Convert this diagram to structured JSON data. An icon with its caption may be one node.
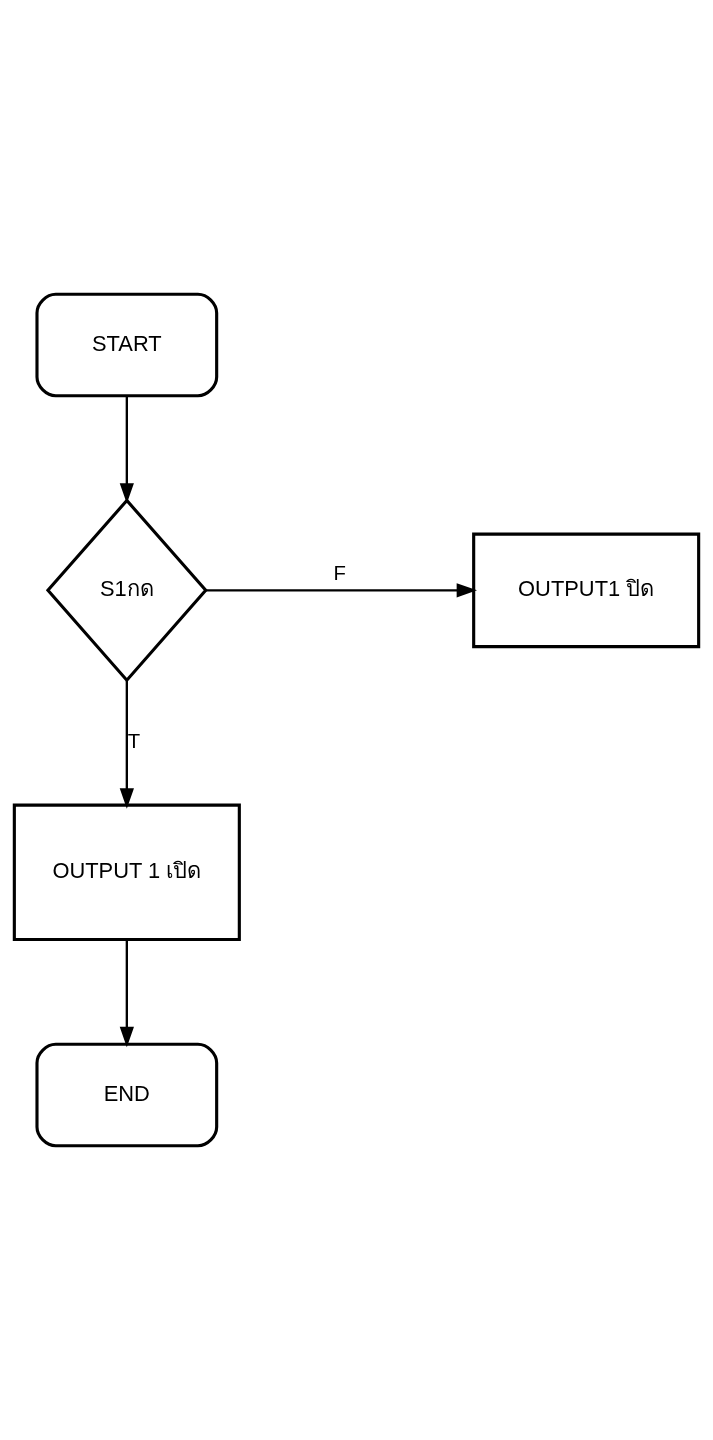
{
  "diagram": {
    "nodes": [
      {
        "text": [
          "START"
        ]
      },
      {
        "text": [
          "S1กด"
        ]
      },
      {
        "text": [
          "OUTPUT1 ปิด"
        ]
      },
      {
        "text": [
          "OUTPUT 1 เปิด"
        ]
      },
      {
        "text": [
          "END"
        ]
      }
    ],
    "edges": [
      {
        "from": 0,
        "to": 1,
        "arrow": "to"
      },
      {
        "from": 1,
        "to": 2,
        "arrow": "to",
        "label": "F"
      },
      {
        "from": 1,
        "to": 3,
        "arrow": "to",
        "label": "T"
      },
      {
        "from": 3,
        "to": 4,
        "arrow": "to"
      }
    ]
  }
}
